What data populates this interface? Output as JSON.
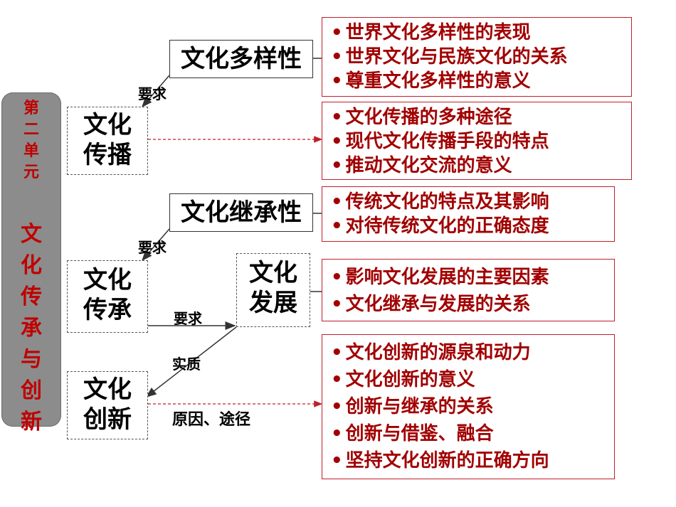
{
  "side_panel": {
    "unit_chars": [
      "第",
      "二",
      "单",
      "元"
    ],
    "title_chars": [
      "文",
      "化",
      "传",
      "承",
      "与",
      "创",
      "新"
    ]
  },
  "nodes": {
    "diversity": "文化多样性",
    "spread": [
      "文化",
      "传播"
    ],
    "inherit_trait": "文化继承性",
    "inherit": [
      "文化",
      "传承"
    ],
    "develop": [
      "文化",
      "发展"
    ],
    "innovate": [
      "文化",
      "创新"
    ]
  },
  "labels": {
    "req1": "要求",
    "req2": "要求",
    "req3": "要求",
    "essence": "实质",
    "cause_path": "原因、途径"
  },
  "topic_boxes": [
    {
      "items": [
        "世界文化多样性的表现",
        "世界文化与民族文化的关系",
        "尊重文化多样性的意义"
      ]
    },
    {
      "items": [
        "文化传播的多种途径",
        "现代文化传播手段的特点",
        "推动文化交流的意义"
      ]
    },
    {
      "items": [
        "传统文化的特点及其影响",
        "对待传统文化的正确态度"
      ]
    },
    {
      "items": [
        "影响文化发展的主要因素",
        "文化继承与发展的关系"
      ]
    },
    {
      "items": [
        "文化创新的源泉和动力",
        "文化创新的意义",
        "创新与继承的关系",
        "创新与借鉴、融合",
        "坚持文化创新的正确方向"
      ]
    }
  ],
  "bullet": "•",
  "colors": {
    "accent": "#a10000",
    "box_border": "#c0202a",
    "side_bg": "#8c8c8c",
    "side_text": "#c00000"
  }
}
